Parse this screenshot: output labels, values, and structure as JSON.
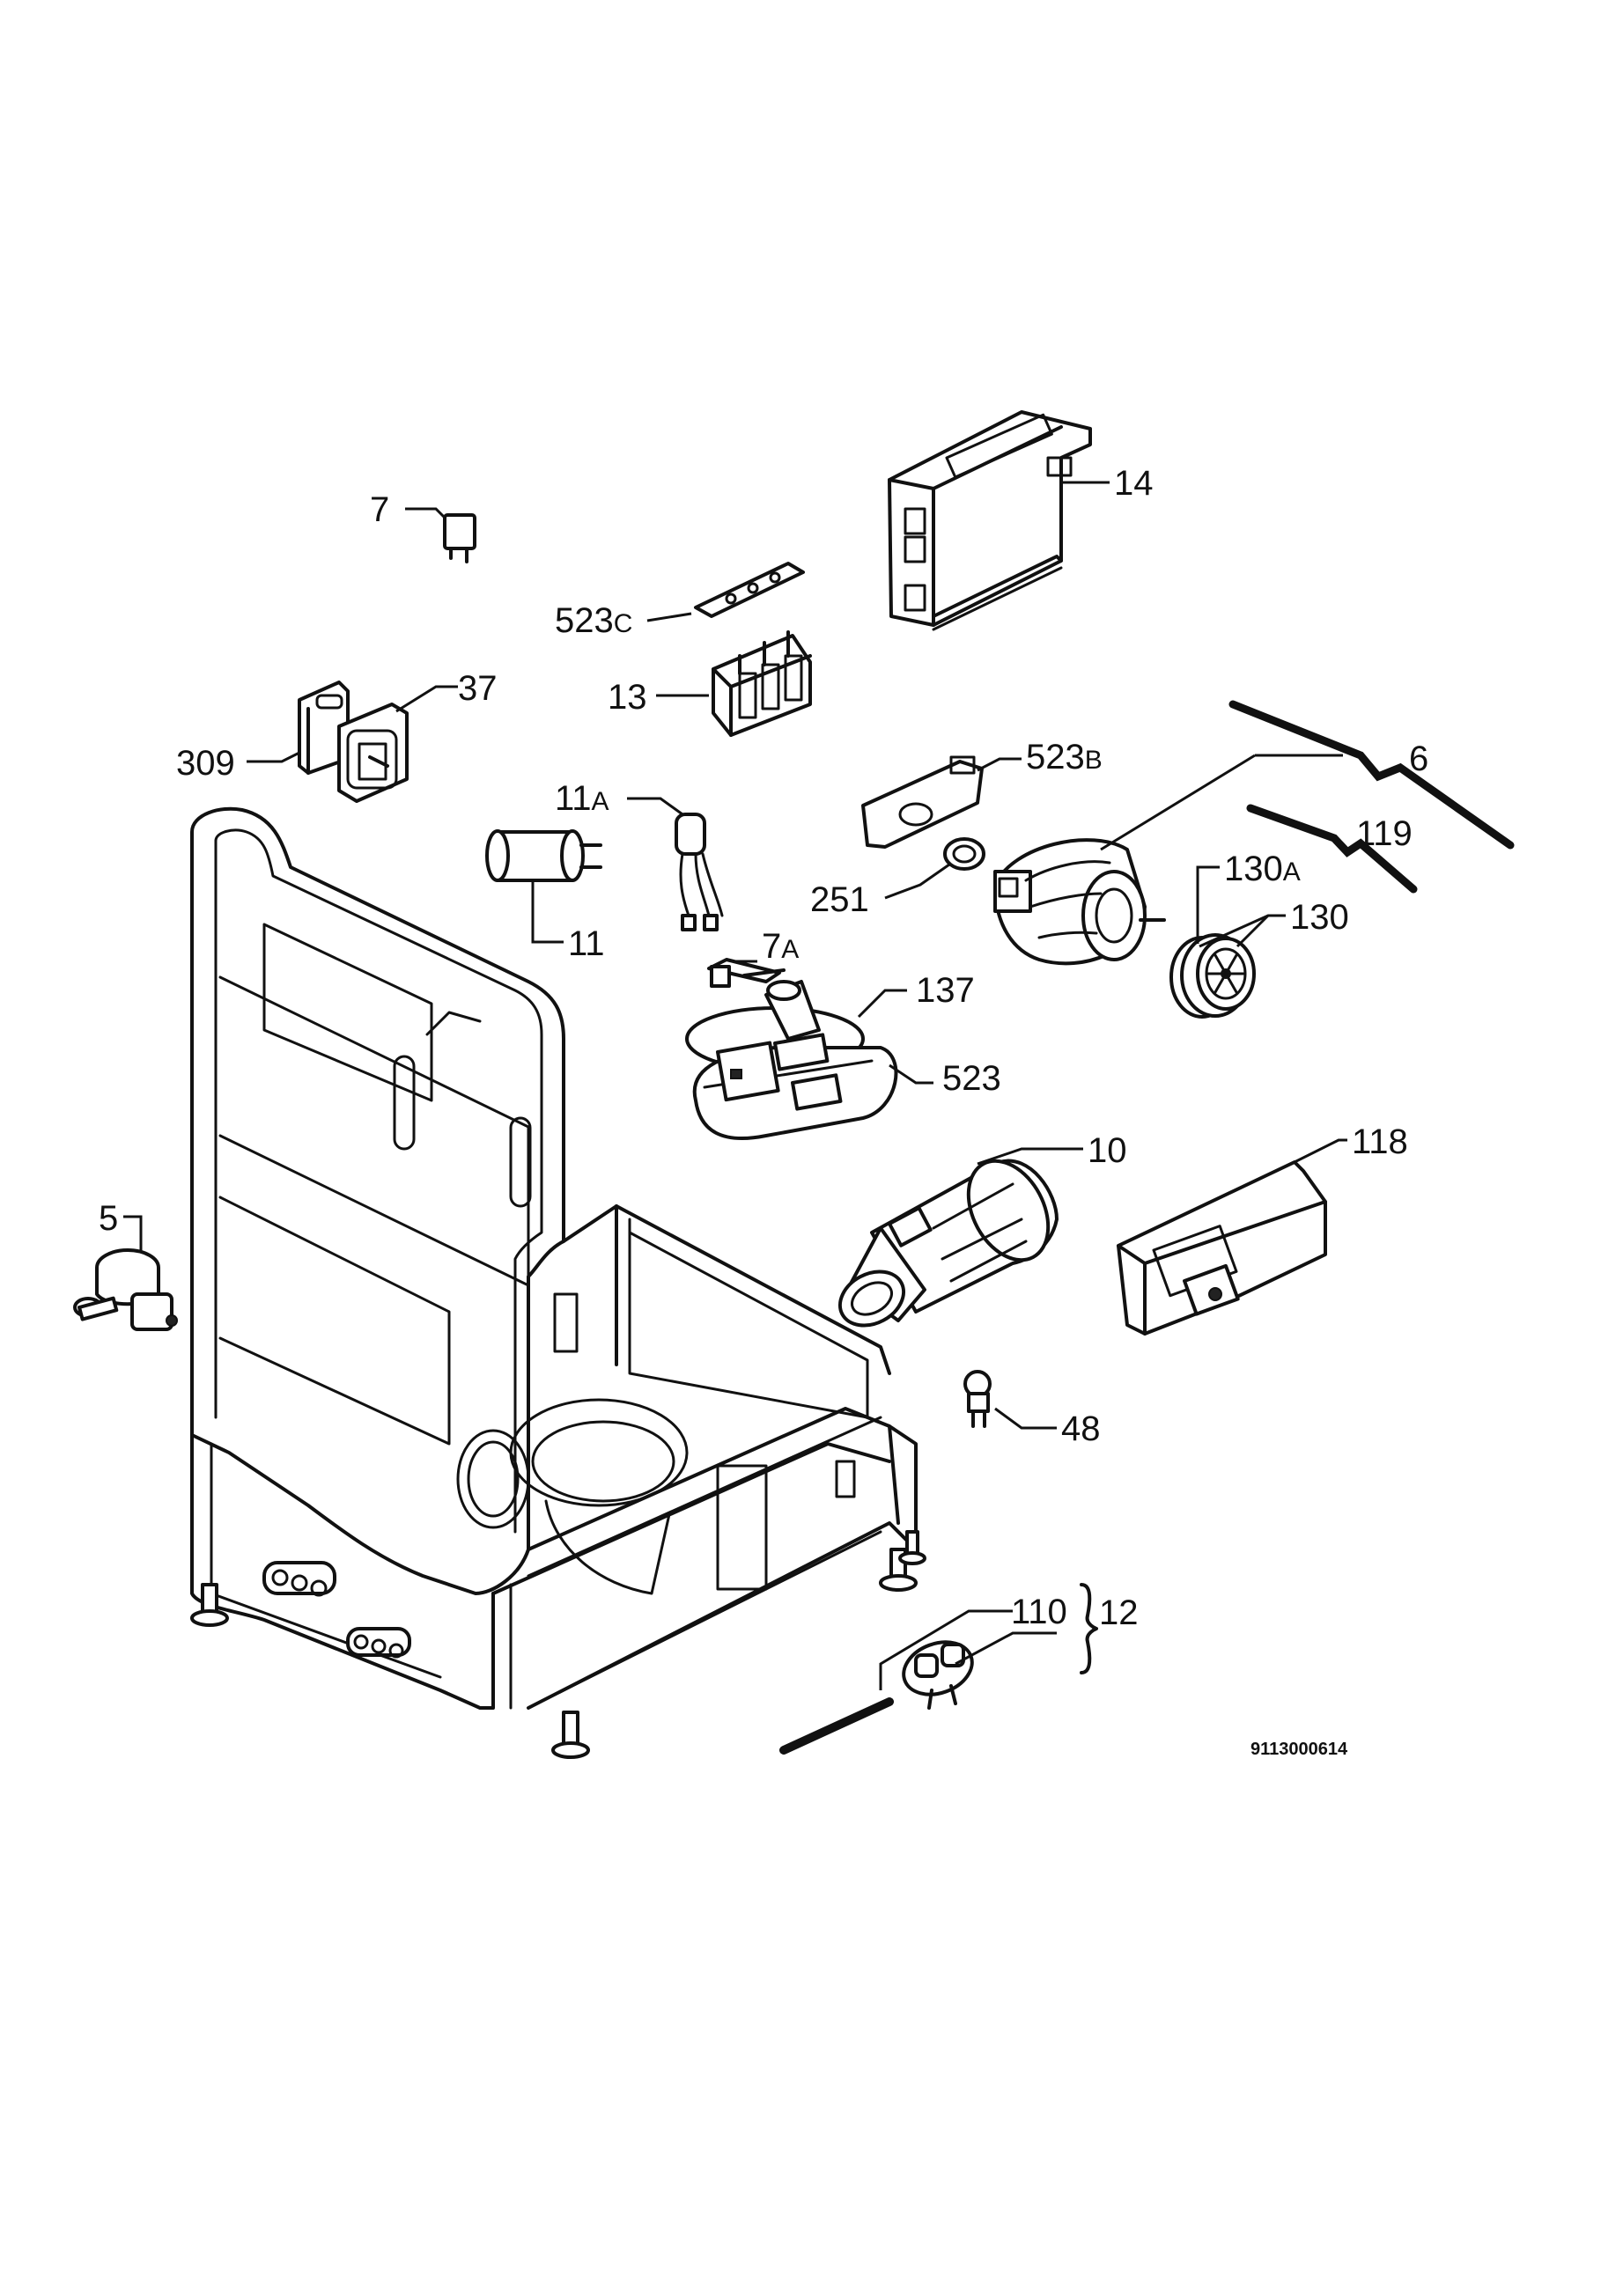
{
  "drawing_code": "9113000614",
  "labels": {
    "p7": {
      "num": "7"
    },
    "p14": {
      "num": "14"
    },
    "p523c": {
      "num": "523",
      "suffix": "C"
    },
    "p37": {
      "num": "37"
    },
    "p13": {
      "num": "13"
    },
    "p309": {
      "num": "309"
    },
    "p523b": {
      "num": "523",
      "suffix": "B"
    },
    "p6": {
      "num": "6"
    },
    "p11a": {
      "num": "11",
      "suffix": "A"
    },
    "p119": {
      "num": "119"
    },
    "p130a": {
      "num": "130",
      "suffix": "A"
    },
    "p251": {
      "num": "251"
    },
    "p11": {
      "num": "11"
    },
    "p7a": {
      "num": "7",
      "suffix": "A"
    },
    "p130": {
      "num": "130"
    },
    "p137": {
      "num": "137"
    },
    "p523": {
      "num": "523"
    },
    "p118": {
      "num": "118"
    },
    "p10": {
      "num": "10"
    },
    "p5": {
      "num": "5"
    },
    "p48": {
      "num": "48"
    },
    "p110": {
      "num": "110"
    },
    "p12": {
      "num": "12"
    }
  }
}
